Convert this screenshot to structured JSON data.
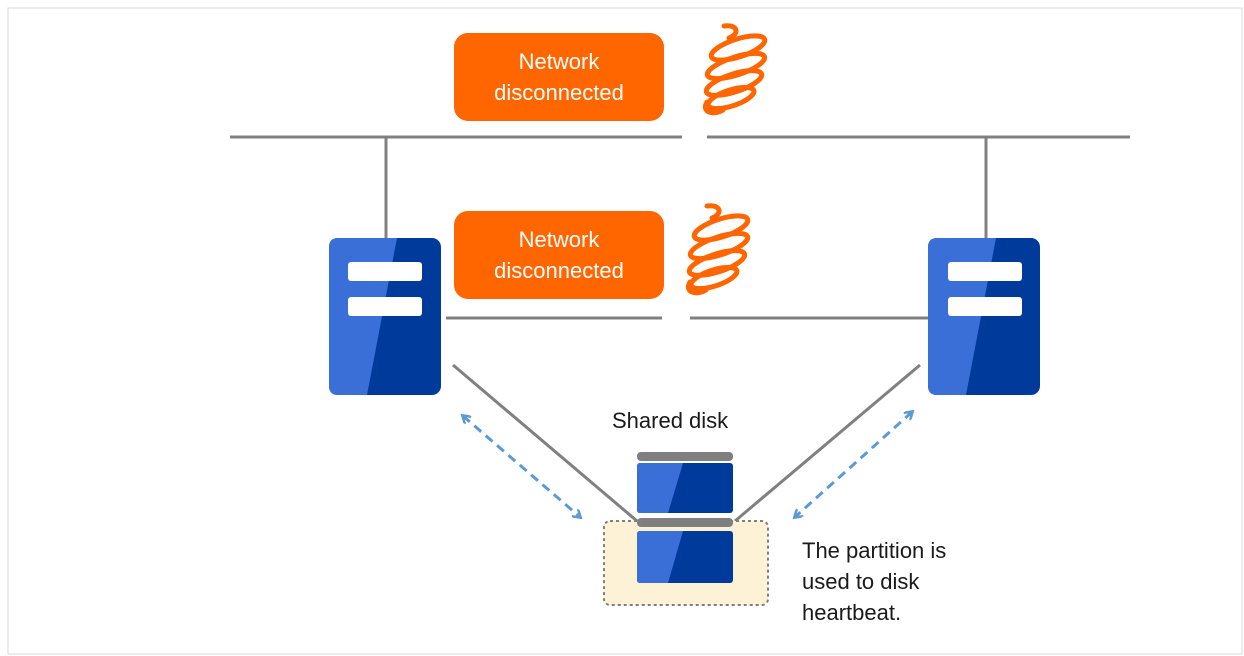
{
  "colors": {
    "badge": "#ff6600",
    "spring": "#ff6600",
    "network_line": "#808080",
    "server_dark": "#003b9c",
    "server_light": "#3a6fd8",
    "heartbeat_arrow": "#5b9bd5",
    "partition_fill": "#fdf1d6",
    "partition_border": "#7f7f7f",
    "disk_cap": "#7f7f7f",
    "frame": "#d9d9d9"
  },
  "icons": {
    "break": "spring-icon",
    "server": "server-icon",
    "disk": "disk-icon"
  },
  "badges": {
    "public_network": {
      "line1": "Network",
      "line2": "disconnected"
    },
    "interconnect": {
      "line1": "Network",
      "line2": "disconnected"
    }
  },
  "shared_disk": {
    "title": "Shared disk",
    "partition_note": {
      "line1": "The partition is",
      "line2": "used to disk",
      "line3": "heartbeat."
    }
  }
}
